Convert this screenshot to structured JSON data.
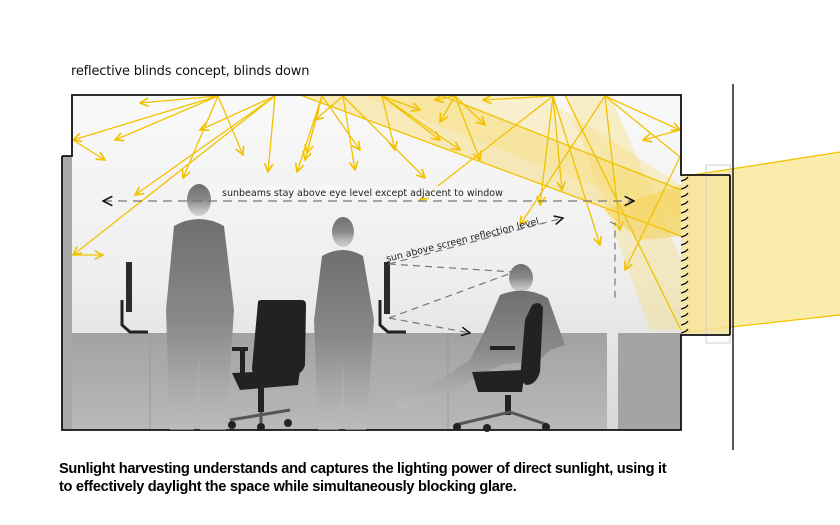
{
  "diagram": {
    "title": "reflective blinds concept, blinds down",
    "labels": {
      "eye_level": "sunbeams stay above eye level except adjacent to window",
      "screen_level": "sun above screen reflection level"
    },
    "caption": {
      "line1": "Sunlight harvesting understands and captures the lighting power of direct sunlight, using it",
      "line2": "to effectively daylight the space while simultaneously blocking glare."
    },
    "elements": {
      "people": [
        "standing-person-left",
        "standing-person-middle",
        "seated-person-right"
      ],
      "chairs": [
        "office-chair-left",
        "office-chair-right"
      ],
      "monitors": [
        "monitor-left",
        "monitor-middle"
      ],
      "blinds": "reflective-blinds",
      "sunlight": "incoming-sunbeam"
    },
    "colors": {
      "sun_line": "#F2C200",
      "sun_fill": "#FCEBA8",
      "sun_fill_dark": "#F7D96A",
      "room_bg": "#F3F3F3",
      "desk": "#A9A9A9",
      "person": "#7A7A7A",
      "chair": "#222222",
      "wall": "#111111"
    }
  }
}
